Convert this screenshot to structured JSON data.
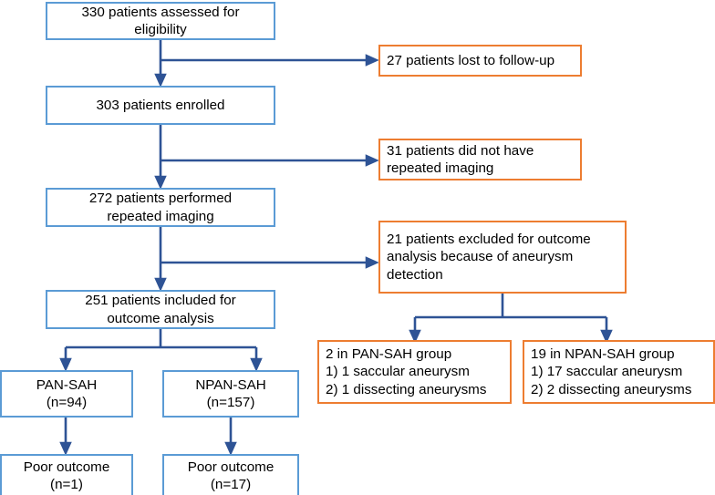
{
  "diagram": {
    "title": "Patient enrollment and outcome analysis flowchart",
    "colors": {
      "primary_box_border": "#5B9BD5",
      "exclusion_box_border": "#ED7D31",
      "connector": "#2E5395",
      "background": "#FFFFFF",
      "text": "#000000"
    },
    "nodes": {
      "assessed": {
        "lines": [
          "330 patients assessed for",
          "eligibility"
        ]
      },
      "lost_followup": {
        "lines": [
          "27 patients lost to follow-up"
        ]
      },
      "enrolled": {
        "lines": [
          "303 patients enrolled"
        ]
      },
      "no_repeat_imaging": {
        "lines": [
          "31 patients did not have",
          "repeated imaging"
        ]
      },
      "repeated_imaging": {
        "lines": [
          "272 patients performed",
          "repeated imaging"
        ]
      },
      "excluded_outcome": {
        "lines": [
          "21 patients excluded for outcome",
          "analysis because of aneurysm",
          "detection"
        ]
      },
      "included_outcome": {
        "lines": [
          "251 patients included for",
          "outcome analysis"
        ]
      },
      "pan_sah_aneurysms": {
        "lines": [
          "2 in PAN-SAH group",
          "1) 1 saccular aneurysm",
          "2) 1 dissecting aneurysms"
        ]
      },
      "npan_sah_aneurysms": {
        "lines": [
          "19 in NPAN-SAH group",
          "1) 17 saccular aneurysm",
          "2) 2 dissecting aneurysms"
        ]
      },
      "pan_sah_group": {
        "lines": [
          "PAN-SAH",
          "(n=94)"
        ]
      },
      "npan_sah_group": {
        "lines": [
          "NPAN-SAH",
          "(n=157)"
        ]
      },
      "pan_sah_poor_outcome": {
        "lines": [
          "Poor outcome",
          "(n=1)"
        ]
      },
      "npan_sah_poor_outcome": {
        "lines": [
          "Poor outcome",
          "(n=17)"
        ]
      }
    },
    "chart_data": {
      "type": "flowchart",
      "stages": [
        {
          "id": "assessed",
          "label": "330 patients assessed for eligibility",
          "count": 330
        },
        {
          "id": "lost_followup",
          "label": "27 patients lost to follow-up",
          "count": 27,
          "kind": "exclusion"
        },
        {
          "id": "enrolled",
          "label": "303 patients enrolled",
          "count": 303
        },
        {
          "id": "no_repeat_imaging",
          "label": "31 patients did not have repeated imaging",
          "count": 31,
          "kind": "exclusion"
        },
        {
          "id": "repeated_imaging",
          "label": "272 patients performed repeated imaging",
          "count": 272
        },
        {
          "id": "excluded_outcome",
          "label": "21 patients excluded for outcome analysis because of aneurysm detection",
          "count": 21,
          "kind": "exclusion"
        },
        {
          "id": "included_outcome",
          "label": "251 patients included for outcome analysis",
          "count": 251
        },
        {
          "id": "pan_sah_group",
          "label": "PAN-SAH",
          "count": 94
        },
        {
          "id": "npan_sah_group",
          "label": "NPAN-SAH",
          "count": 157
        },
        {
          "id": "pan_sah_poor_outcome",
          "label": "Poor outcome",
          "count": 1
        },
        {
          "id": "npan_sah_poor_outcome",
          "label": "Poor outcome",
          "count": 17
        },
        {
          "id": "pan_sah_aneurysms",
          "label": "2 in PAN-SAH group",
          "count": 2,
          "kind": "exclusion",
          "detail": {
            "saccular": 1,
            "dissecting": 1
          }
        },
        {
          "id": "npan_sah_aneurysms",
          "label": "19 in NPAN-SAH group",
          "count": 19,
          "kind": "exclusion",
          "detail": {
            "saccular": 17,
            "dissecting": 2
          }
        }
      ],
      "edges": [
        {
          "from": "assessed",
          "to": "enrolled"
        },
        {
          "from": "assessed",
          "to": "lost_followup"
        },
        {
          "from": "enrolled",
          "to": "repeated_imaging"
        },
        {
          "from": "enrolled",
          "to": "no_repeat_imaging"
        },
        {
          "from": "repeated_imaging",
          "to": "included_outcome"
        },
        {
          "from": "repeated_imaging",
          "to": "excluded_outcome"
        },
        {
          "from": "included_outcome",
          "to": "pan_sah_group"
        },
        {
          "from": "included_outcome",
          "to": "npan_sah_group"
        },
        {
          "from": "pan_sah_group",
          "to": "pan_sah_poor_outcome"
        },
        {
          "from": "npan_sah_group",
          "to": "npan_sah_poor_outcome"
        },
        {
          "from": "excluded_outcome",
          "to": "pan_sah_aneurysms"
        },
        {
          "from": "excluded_outcome",
          "to": "npan_sah_aneurysms"
        }
      ]
    }
  }
}
